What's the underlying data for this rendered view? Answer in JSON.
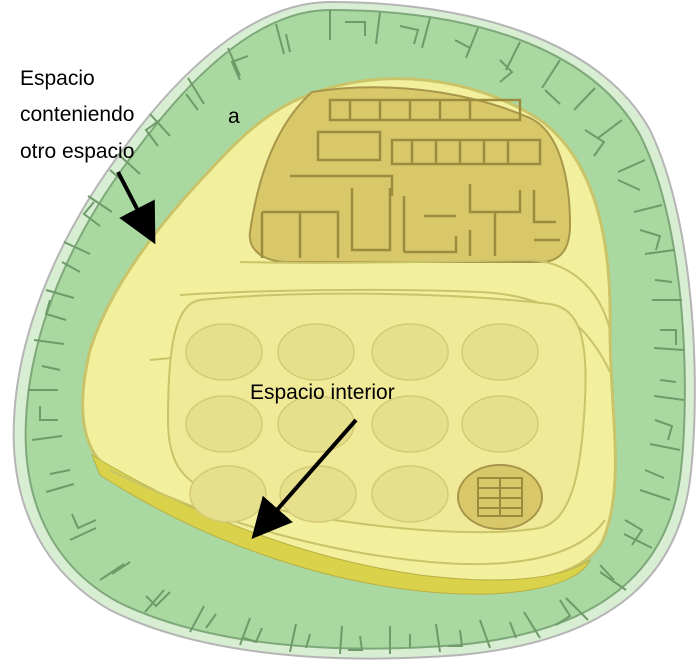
{
  "labels": {
    "outer_line1": "Espacio",
    "outer_line2": "conteniendo",
    "outer_line2_suffix": "a",
    "outer_line3": "otro espacio",
    "inner": "Espacio interior"
  },
  "colors": {
    "outer_ring_fill": "#a9d9a1",
    "outer_ring_stroke": "#7fa87a",
    "outer_halo": "#d8eed2",
    "inner_fill": "#f2ef9d",
    "inner_stroke": "#c9c46a",
    "room_fill": "#d8c86a",
    "room_stroke": "#a8964a",
    "circle_fill": "#e6df8c",
    "arrow": "#000000"
  }
}
